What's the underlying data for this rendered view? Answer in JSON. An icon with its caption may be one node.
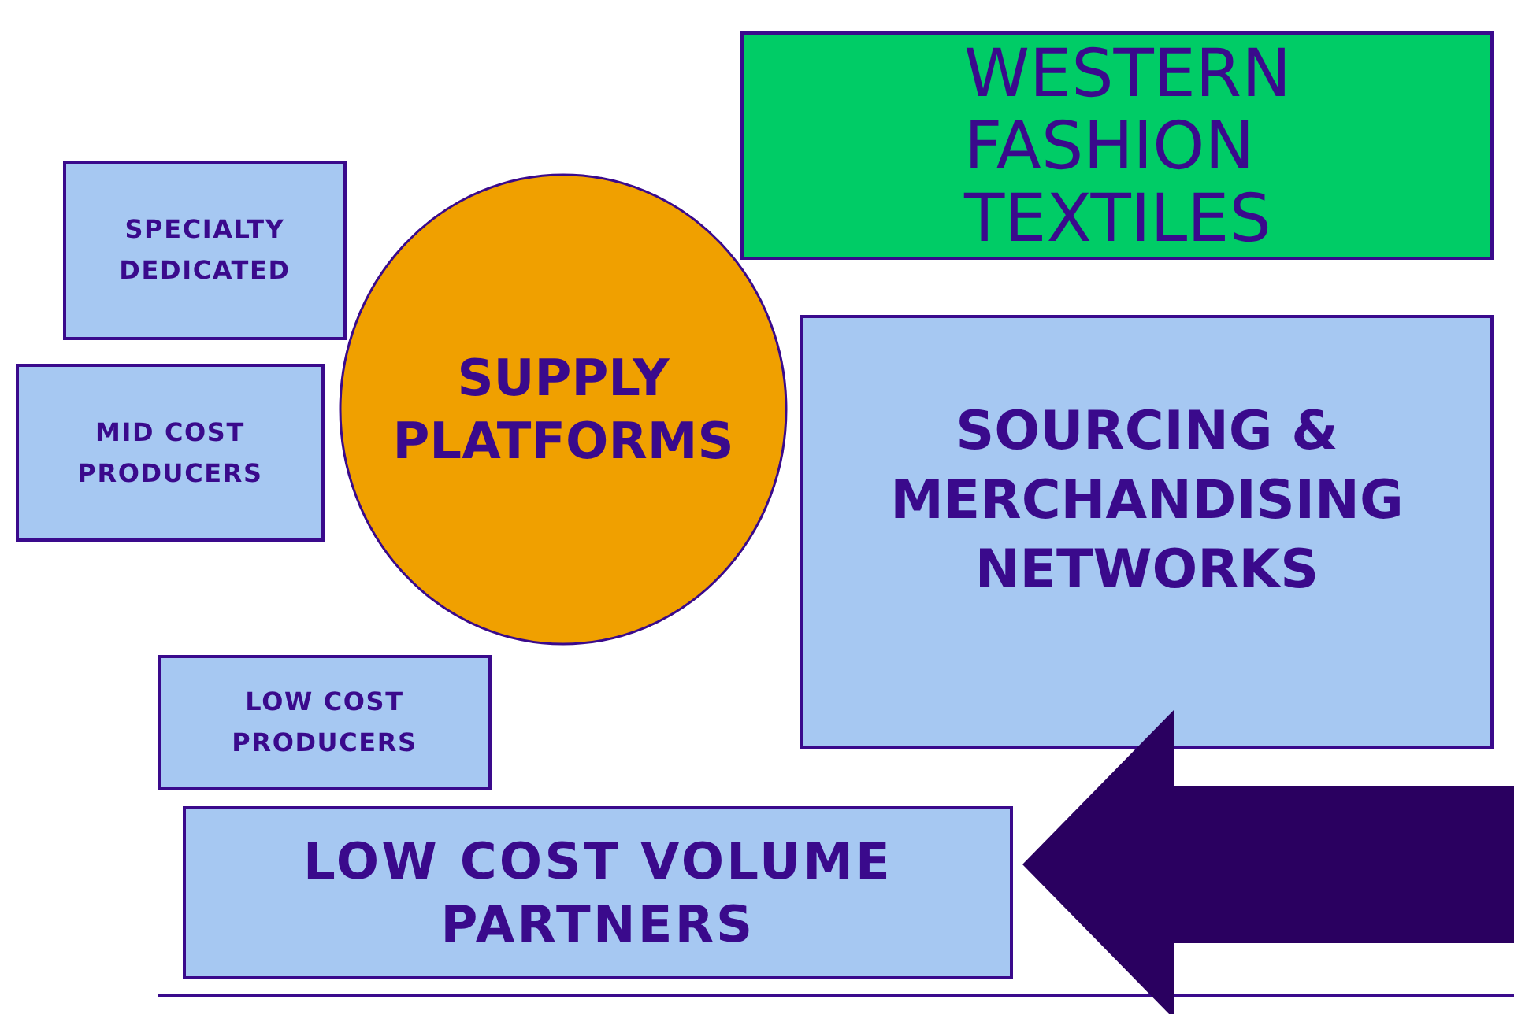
{
  "diagram": {
    "nodes": [
      {
        "text": [
          "WESTERN FASHION TEXTILES"
        ]
      },
      {
        "text": [
          "SUPPLY PLATFORMS"
        ]
      },
      {
        "text": [
          "SPECIALTY DEDICATED"
        ]
      },
      {
        "text": [
          "MID COST PRODUCERS"
        ]
      },
      {
        "text": [
          "LOW COST PRODUCERS"
        ]
      },
      {
        "text": [
          "SOURCING & MERCHANDISING NETWORKS"
        ]
      },
      {
        "text": [
          "LOW COST VOLUME PARTNERS"
        ]
      }
    ],
    "edges": [
      {
        "from": null,
        "to": 6,
        "arrow": "to",
        "color": "#2a0060"
      }
    ]
  }
}
